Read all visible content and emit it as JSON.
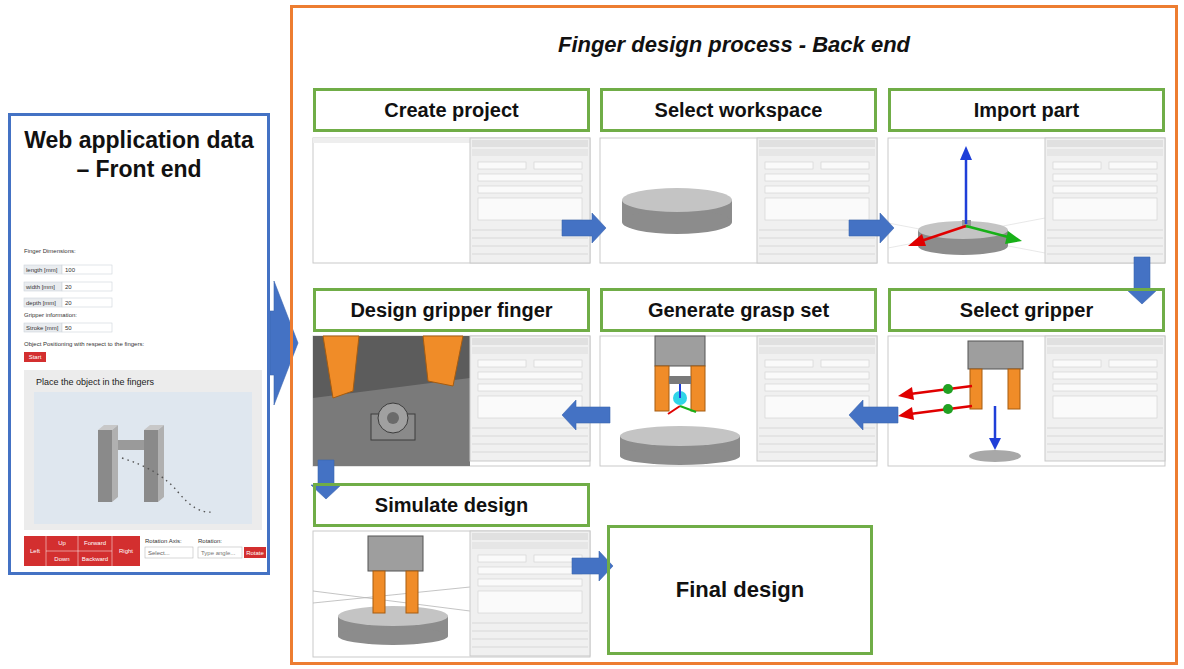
{
  "diagram": {
    "nodes": [
      {
        "text": [
          "Web application data – Front end"
        ]
      },
      {
        "text": [
          "Finger design process - Back end"
        ]
      },
      {
        "text": [
          "Create project"
        ],
        "in": 1
      },
      {
        "text": [
          "Select workspace"
        ],
        "in": 1
      },
      {
        "text": [
          "Import part"
        ],
        "in": 1
      },
      {
        "text": [
          "Design gripper finger"
        ],
        "in": 1
      },
      {
        "text": [
          "Generate grasp set"
        ],
        "in": 1
      },
      {
        "text": [
          "Select gripper"
        ],
        "in": 1
      },
      {
        "text": [
          "Simulate design"
        ],
        "in": 1
      },
      {
        "text": [
          "Final design"
        ],
        "in": 1
      }
    ],
    "edges": [
      {
        "from": 0,
        "to": 1,
        "arrow": "to"
      },
      {
        "from": 2,
        "to": 3,
        "arrow": "to"
      },
      {
        "from": 3,
        "to": 4,
        "arrow": "to"
      },
      {
        "from": 4,
        "to": 7,
        "arrow": "to"
      },
      {
        "from": 7,
        "to": 6,
        "arrow": "to"
      },
      {
        "from": 6,
        "to": 5,
        "arrow": "to"
      },
      {
        "from": 5,
        "to": 8,
        "arrow": "to"
      },
      {
        "from": 8,
        "to": 9,
        "arrow": "to"
      }
    ],
    "labels": [
      "Finger Dimensions:",
      "length [mm]",
      "100",
      "width [mm]",
      "20",
      "depth [mm]",
      "20",
      "Gripper information:",
      "Stroke [mm]",
      "50",
      "Object Positioning with respect to the fingers:",
      "Start",
      "Place the object in the fingers",
      "Up",
      "Forward",
      "Left",
      "Right",
      "Down",
      "Backward",
      "Rotation Axis:",
      "Select...",
      "Rotation:",
      "Type angle...",
      "Rotate"
    ]
  }
}
